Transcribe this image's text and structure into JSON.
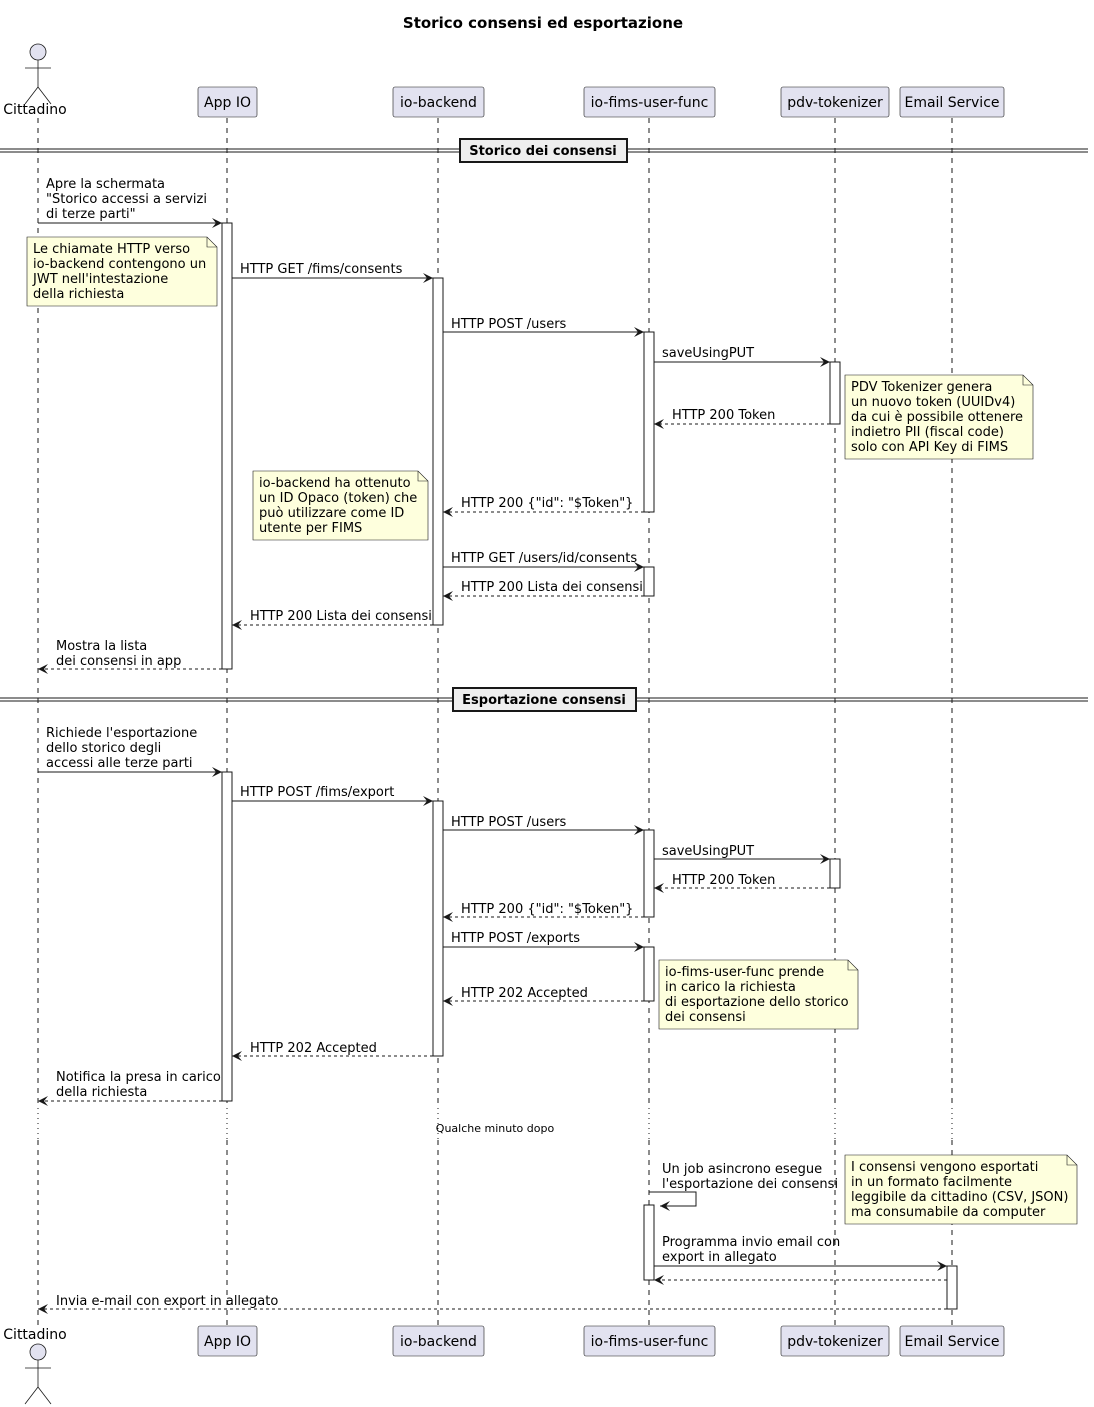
{
  "title": "Storico consensi ed esportazione",
  "participants": [
    {
      "id": "cittadino",
      "label": "Cittadino",
      "kind": "actor"
    },
    {
      "id": "app",
      "label": "App IO",
      "kind": "box"
    },
    {
      "id": "backend",
      "label": "io-backend",
      "kind": "box"
    },
    {
      "id": "fims",
      "label": "io-fims-user-func",
      "kind": "box"
    },
    {
      "id": "pdv",
      "label": "pdv-tokenizer",
      "kind": "box"
    },
    {
      "id": "email",
      "label": "Email Service",
      "kind": "box"
    }
  ],
  "separators": [
    {
      "id": "sep-storico",
      "label": "Storico dei consensi"
    },
    {
      "id": "sep-export",
      "label": "Esportazione consensi"
    }
  ],
  "delay": {
    "label": "Qualche minuto dopo"
  },
  "messages": [
    {
      "id": "m1",
      "from": "cittadino",
      "to": "app",
      "dashed": false,
      "lines": [
        "Apre la schermata",
        "\"Storico accessi a servizi",
        "di terze parti\""
      ]
    },
    {
      "id": "m2",
      "from": "app",
      "to": "backend",
      "dashed": false,
      "lines": [
        "HTTP GET /fims/consents"
      ]
    },
    {
      "id": "m3",
      "from": "backend",
      "to": "fims",
      "dashed": false,
      "lines": [
        "HTTP POST /users"
      ]
    },
    {
      "id": "m4",
      "from": "fims",
      "to": "pdv",
      "dashed": false,
      "lines": [
        "saveUsingPUT"
      ]
    },
    {
      "id": "m5",
      "from": "pdv",
      "to": "fims",
      "dashed": true,
      "lines": [
        "HTTP 200 Token"
      ]
    },
    {
      "id": "m6",
      "from": "fims",
      "to": "backend",
      "dashed": true,
      "lines": [
        "HTTP 200 {\"id\": \"$Token\"}"
      ]
    },
    {
      "id": "m7",
      "from": "backend",
      "to": "fims",
      "dashed": false,
      "lines": [
        "HTTP GET /users/id/consents"
      ]
    },
    {
      "id": "m8",
      "from": "fims",
      "to": "backend",
      "dashed": true,
      "lines": [
        "HTTP 200 Lista dei consensi"
      ]
    },
    {
      "id": "m9",
      "from": "backend",
      "to": "app",
      "dashed": true,
      "lines": [
        "HTTP 200 Lista dei consensi"
      ]
    },
    {
      "id": "m10",
      "from": "app",
      "to": "cittadino",
      "dashed": true,
      "lines": [
        "Mostra la lista",
        "dei consensi in app"
      ]
    },
    {
      "id": "m11",
      "from": "cittadino",
      "to": "app",
      "dashed": false,
      "lines": [
        "Richiede l'esportazione",
        "dello storico degli",
        "accessi alle terze parti"
      ]
    },
    {
      "id": "m12",
      "from": "app",
      "to": "backend",
      "dashed": false,
      "lines": [
        "HTTP POST /fims/export"
      ]
    },
    {
      "id": "m13",
      "from": "backend",
      "to": "fims",
      "dashed": false,
      "lines": [
        "HTTP POST /users"
      ]
    },
    {
      "id": "m14",
      "from": "fims",
      "to": "pdv",
      "dashed": false,
      "lines": [
        "saveUsingPUT"
      ]
    },
    {
      "id": "m15",
      "from": "pdv",
      "to": "fims",
      "dashed": true,
      "lines": [
        "HTTP 200 Token"
      ]
    },
    {
      "id": "m16",
      "from": "fims",
      "to": "backend",
      "dashed": true,
      "lines": [
        "HTTP 200 {\"id\": \"$Token\"}"
      ]
    },
    {
      "id": "m17",
      "from": "backend",
      "to": "fims",
      "dashed": false,
      "lines": [
        "HTTP POST /exports"
      ]
    },
    {
      "id": "m18",
      "from": "fims",
      "to": "backend",
      "dashed": true,
      "lines": [
        "HTTP 202 Accepted"
      ]
    },
    {
      "id": "m19",
      "from": "backend",
      "to": "app",
      "dashed": true,
      "lines": [
        "HTTP 202 Accepted"
      ]
    },
    {
      "id": "m20",
      "from": "app",
      "to": "cittadino",
      "dashed": true,
      "lines": [
        "Notifica la presa in carico",
        "della richiesta"
      ]
    },
    {
      "id": "m21",
      "from": "fims",
      "to": "fims",
      "dashed": false,
      "self": true,
      "lines": [
        "Un job asincrono esegue",
        "l'esportazione dei consensi"
      ]
    },
    {
      "id": "m22",
      "from": "fims",
      "to": "email",
      "dashed": false,
      "lines": [
        "Programma invio email con",
        "export in allegato"
      ]
    },
    {
      "id": "m23",
      "from": "email",
      "to": "fims",
      "dashed": true,
      "lines": []
    },
    {
      "id": "m24",
      "from": "email",
      "to": "cittadino",
      "dashed": true,
      "lines": [
        "Invia e-mail con export in allegato"
      ]
    }
  ],
  "notes": [
    {
      "id": "n1",
      "lines": [
        "Le chiamate HTTP verso",
        "io-backend contengono un",
        "JWT nell'intestazione",
        "della richiesta"
      ]
    },
    {
      "id": "n2",
      "lines": [
        "PDV Tokenizer genera",
        "un nuovo token (UUIDv4)",
        "da cui è possibile ottenere",
        "indietro PII (fiscal code)",
        "solo con API Key di FIMS"
      ]
    },
    {
      "id": "n3",
      "lines": [
        "io-backend ha ottenuto",
        "un ID Opaco (token) che",
        "può utilizzare come ID",
        "utente per FIMS"
      ]
    },
    {
      "id": "n4",
      "lines": [
        "io-fims-user-func prende",
        "in carico la richiesta",
        "di esportazione dello storico",
        "dei consensi"
      ]
    },
    {
      "id": "n5",
      "lines": [
        "I consensi vengono esportati",
        "in un formato facilmente",
        "leggibile da cittadino (CSV, JSON)",
        "ma consumabile da computer"
      ]
    }
  ],
  "colors": {
    "participant_fill": "#E2E2F0",
    "participant_border": "#181818",
    "note_fill": "#FEFFDD",
    "note_border": "#181818",
    "separator_fill": "#EEEEEE",
    "lifeline": "#181818",
    "activation_fill": "#FFFFFF"
  }
}
